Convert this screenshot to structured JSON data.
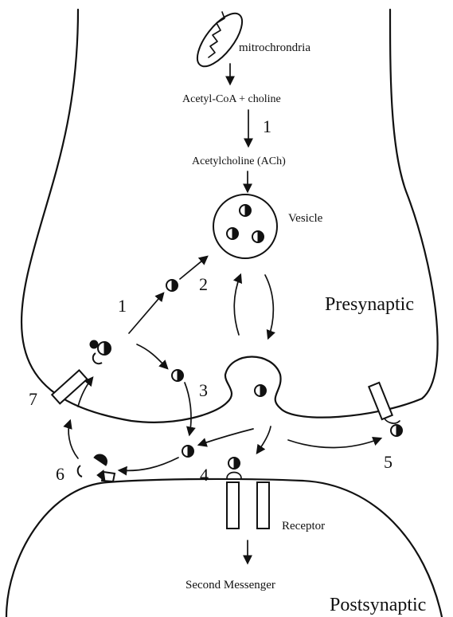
{
  "labels": {
    "mitochondria": "mitrochrondria",
    "acetyl_coa": "Acetyl-CoA + choline",
    "acetylcholine": "Acetylcholine (ACh)",
    "vesicle": "Vesicle",
    "presynaptic": "Presynaptic",
    "postsynaptic": "Postsynaptic",
    "receptor": "Receptor",
    "second_messenger": "Second Messenger"
  },
  "steps": {
    "synthesis": "1",
    "reuptake_to_synthesis": "1",
    "packaging": "2",
    "release": "3",
    "hydrolysis": "4",
    "autoreceptor": "5",
    "breakdown": "6",
    "choline_transport": "7"
  }
}
